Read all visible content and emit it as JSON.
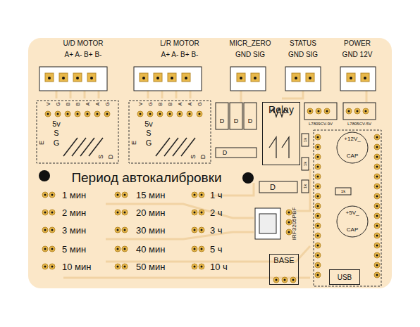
{
  "diagram": {
    "nodes": [
      {
        "text": [
          "Relay"
        ]
      },
      {
        "text": [
          "BASE"
        ]
      },
      {
        "text": [
          "USB"
        ]
      },
      {
        "text": [
          "CAP"
        ]
      },
      {
        "text": [
          "CAP"
        ]
      }
    ],
    "labels": [
      "U/D MOTOR",
      "A+ A- B+ B-",
      "L/R MOTOR",
      "A+ A- B+ B-",
      "MICR_ZERO",
      "GND SIG",
      "STATUS",
      "GND SIG",
      "POWER",
      "GND 12V",
      "V",
      "G",
      "B",
      "B",
      "A",
      "A",
      "G",
      "5v",
      "S",
      "E",
      "G",
      "S",
      "D",
      "V",
      "G",
      "B",
      "B",
      "A",
      "A",
      "G",
      "5v",
      "S",
      "E",
      "G",
      "S",
      "D",
      "Период автокалибровки",
      "1 мин",
      "2 мин",
      "3 мин",
      "5 мин",
      "10 мин",
      "15 мин",
      "20 мин",
      "30 мин",
      "40 мин",
      "50 мин",
      "1 ч",
      "2 ч",
      "3 ч",
      "5 ч",
      "10 ч",
      "D",
      "D",
      "D",
      "D",
      "D",
      "IRF3205PBF",
      "L7809CV-9V",
      "L7805CV-5V",
      "+12V_",
      "+5V_",
      "1k",
      "1k",
      "1k",
      "1k"
    ]
  }
}
